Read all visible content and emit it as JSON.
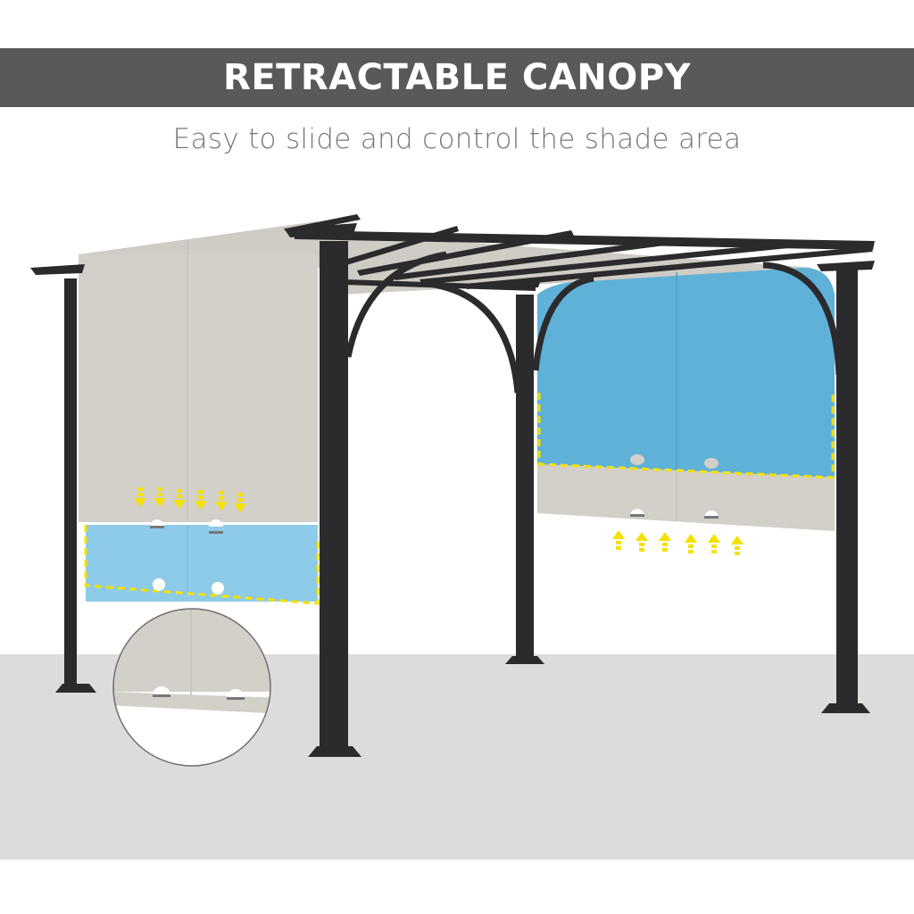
{
  "header": {
    "title": "RETRACTABLE CANOPY"
  },
  "subtitle": "Easy to slide and control the shade area",
  "illustration": {
    "subject": "pergola-with-retractable-canopy",
    "colors": {
      "frame": "#2b2b2d",
      "canopy": "#d3cfc9",
      "shade_highlight": "#5fb1d8",
      "shade_highlight_light": "#8ecbe9",
      "indicator": "#f5e100",
      "ground": "#dcdcdc",
      "header_bar": "#58595b"
    },
    "icons": [
      "arrow-down-icon",
      "arrow-up-icon"
    ]
  }
}
